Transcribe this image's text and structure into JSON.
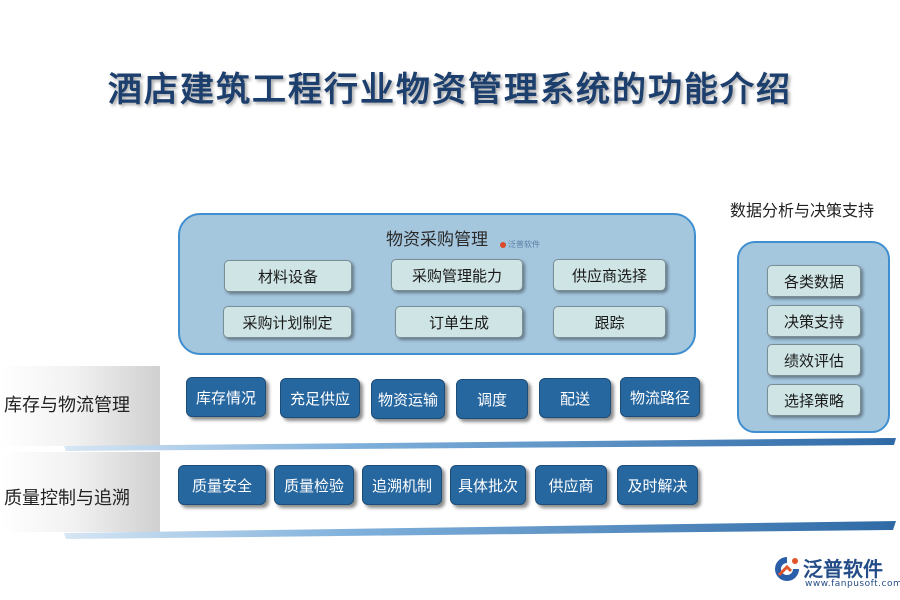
{
  "title": "酒店建筑工程行业物资管理系统的功能介绍",
  "procurement": {
    "title": "物资采购管理",
    "watermark": "泛普软件",
    "items": [
      "材料设备",
      "采购管理能力",
      "供应商选择",
      "采购计划制定",
      "订单生成",
      "跟踪"
    ]
  },
  "decision": {
    "title": "数据分析与决策支持",
    "items": [
      "各类数据",
      "决策支持",
      "绩效评估",
      "选择策略"
    ]
  },
  "inventory": {
    "label": "库存与物流管理",
    "items": [
      "库存情况",
      "充足供应",
      "物资运输",
      "调度",
      "配送",
      "物流路径"
    ]
  },
  "quality": {
    "label": "质量控制与追溯",
    "items": [
      "质量安全",
      "质量检验",
      "追溯机制",
      "具体批次",
      "供应商",
      "及时解决"
    ]
  },
  "logo": {
    "name": "泛普软件",
    "url": "www.fanpusoft.com"
  },
  "colors": {
    "title": "#1d3f6e",
    "panel_fill": "#a5c7de",
    "panel_border": "#3f8fd0",
    "chip_light": "#cfe4e4",
    "chip_dark": "#2767a0",
    "shelf": "#3c77b2"
  }
}
